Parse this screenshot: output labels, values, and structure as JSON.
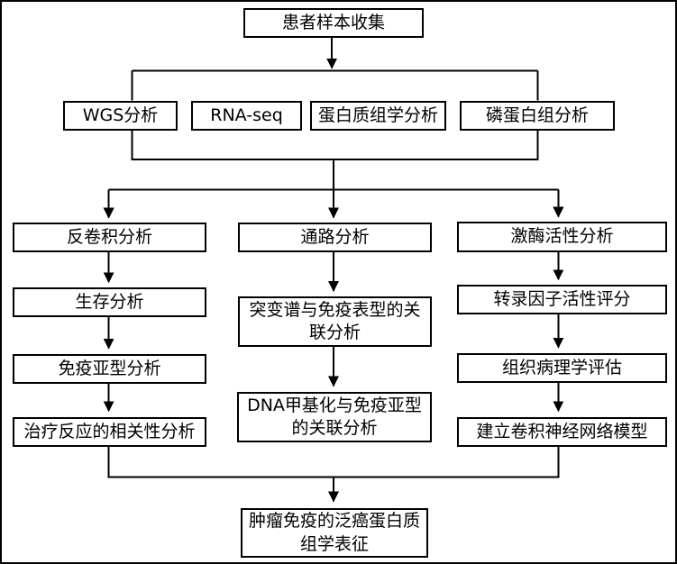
{
  "nodes": {
    "collect": {
      "label": "患者样本收集"
    },
    "wgs": {
      "label": "WGS分析"
    },
    "rnaseq": {
      "label": "RNA-seq"
    },
    "proteome": {
      "label": "蛋白质组学分析"
    },
    "phospho": {
      "label": "磷蛋白组分析"
    },
    "deconv": {
      "label": "反卷积分析"
    },
    "survival": {
      "label": "生存分析"
    },
    "immune": {
      "label": "免疫亚型分析"
    },
    "treatment": {
      "label": "治疗反应的相关性分析"
    },
    "pathway": {
      "label": "通路分析"
    },
    "mutation": {
      "label": "突变谱与免疫表型的关\n联分析"
    },
    "methyl": {
      "label": "DNA甲基化与免疫亚型\n的关联分析"
    },
    "kinase": {
      "label": "激酶活性分析"
    },
    "tf_score": {
      "label": "转录因子活性评分"
    },
    "histo": {
      "label": "组织病理学评估"
    },
    "cnn": {
      "label": "建立卷积神经网络模型"
    },
    "final": {
      "label": "肿瘤免疫的泛癌蛋白质\n组学表征"
    }
  },
  "colors": {
    "line": "#000000",
    "box_border": "#000000",
    "box_fill": "#ffffff",
    "canvas_bg": "#ffffff",
    "text": "#000000"
  }
}
